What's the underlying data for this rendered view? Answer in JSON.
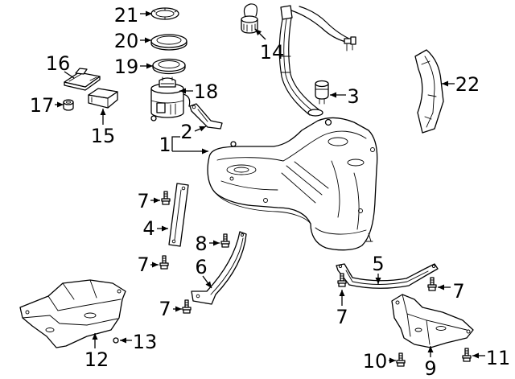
{
  "callouts": [
    "21",
    "20",
    "19",
    "18",
    "16",
    "17",
    "15",
    "14",
    "3",
    "22",
    "2",
    "1",
    "7",
    "4",
    "8",
    "6",
    "7",
    "5",
    "7",
    "7",
    "7",
    "12",
    "13",
    "10",
    "9",
    "11"
  ],
  "colors": {
    "line": "#000000",
    "background": "#ffffff"
  }
}
